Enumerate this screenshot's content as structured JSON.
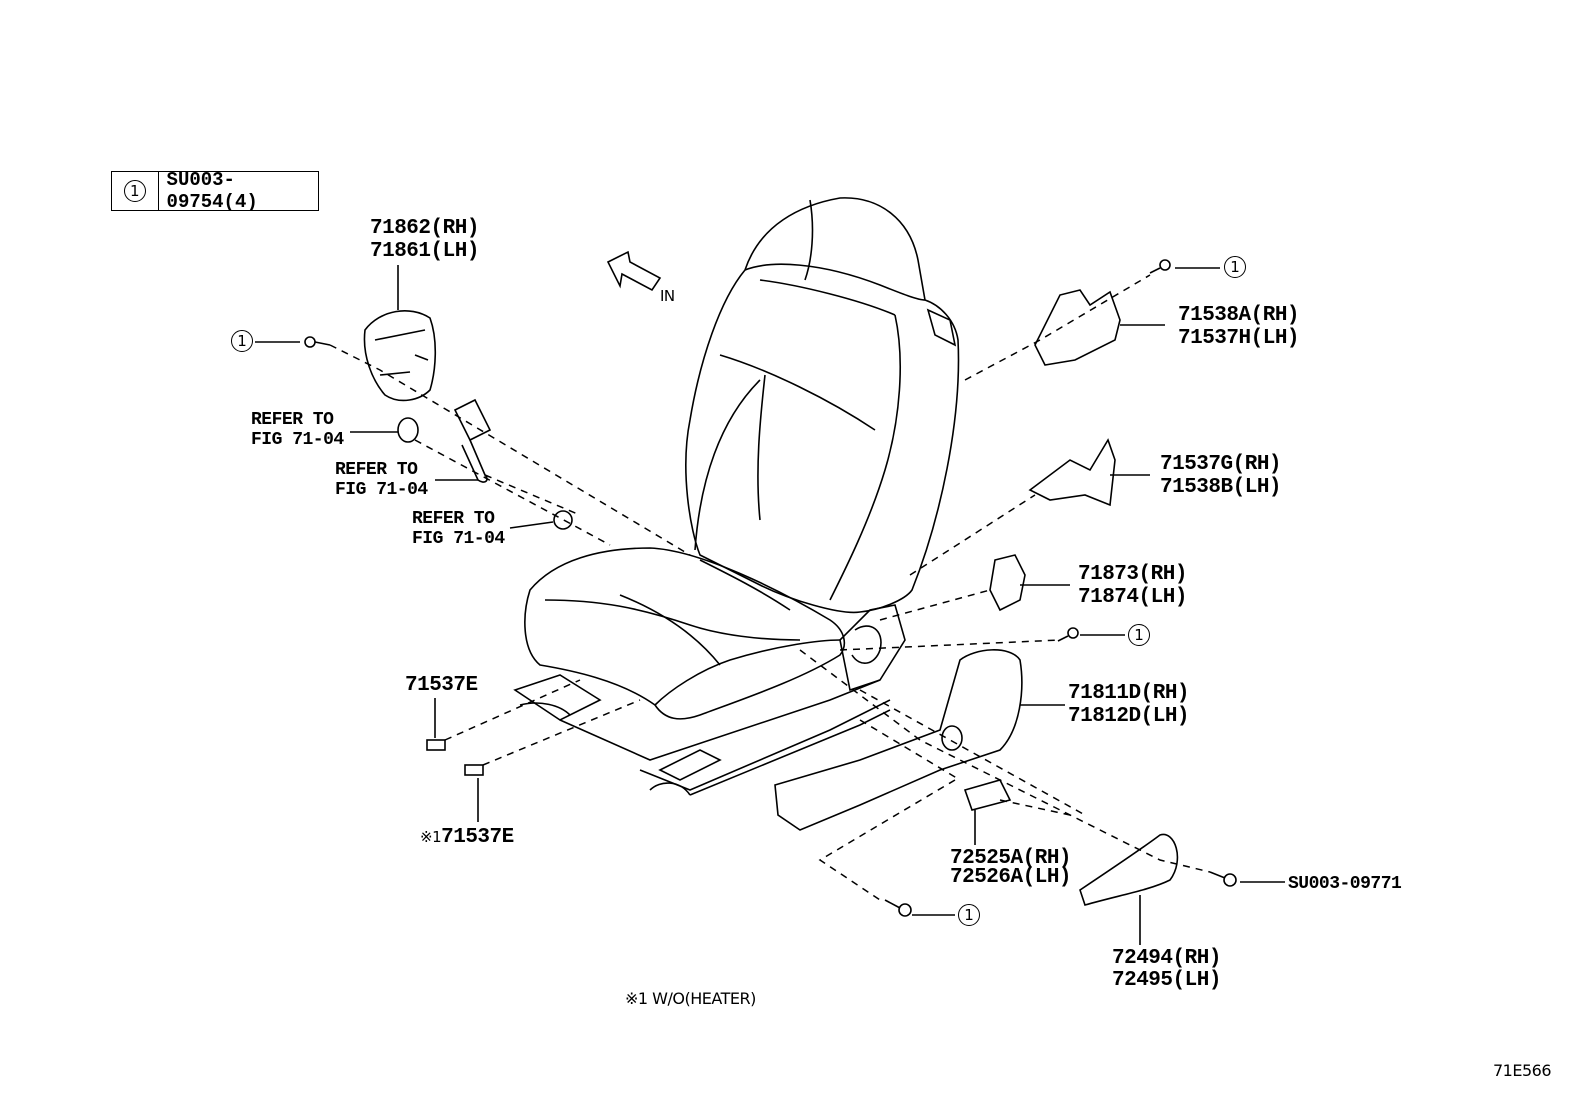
{
  "legend": {
    "symbol": "1",
    "code": "SU003-09754(4)"
  },
  "direction": {
    "label": "IN"
  },
  "callout_symbol": "1",
  "labels": {
    "p71862": "71862(RH)",
    "p71861": "71861(LH)",
    "p71538A": "71538A(RH)",
    "p71537H": "71537H(LH)",
    "p71537G": "71537G(RH)",
    "p71538B": "71538B(LH)",
    "p71873": "71873(RH)",
    "p71874": "71874(LH)",
    "p71811D": "71811D(RH)",
    "p71812D": "71812D(LH)",
    "p72525A": "72525A(RH)",
    "p72526A": "72526A(LH)",
    "p72494": "72494(RH)",
    "p72495": "72495(LH)",
    "p71537E": "71537E",
    "p71537E_alt_mark": "※1",
    "p71537E_alt": "71537E",
    "su003_09771": "SU003-09771",
    "refer1_line1": "REFER TO",
    "refer1_line2": "FIG 71-04",
    "refer2_line1": "REFER TO",
    "refer2_line2": "FIG 71-04",
    "refer3_line1": "REFER TO",
    "refer3_line2": "FIG 71-04"
  },
  "footnote": "※1 W/O(HEATER)",
  "figure_code": "71E566"
}
